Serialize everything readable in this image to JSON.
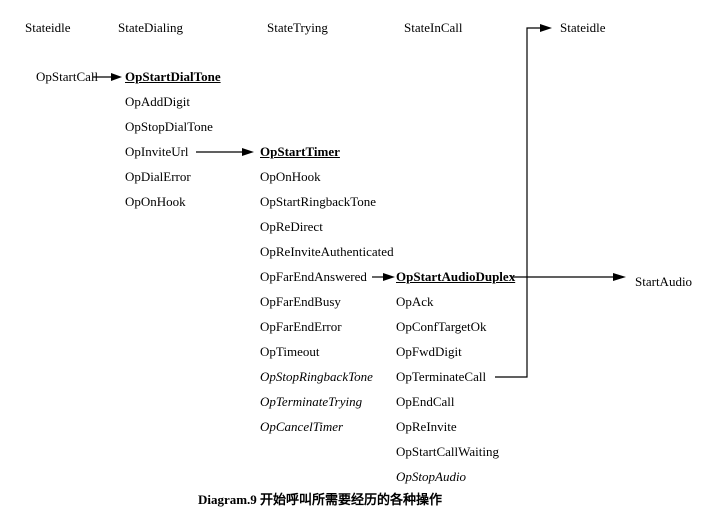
{
  "caption": "Diagram.9 开始呼叫所需要经历的各种操作",
  "columns": [
    {
      "name": "stateidle-left",
      "header": "Stateidle",
      "items": [
        {
          "label": "OpStartCall",
          "emphasis": "normal"
        }
      ]
    },
    {
      "name": "statedialing",
      "header": "StateDialing",
      "items": [
        {
          "label": "OpStartDialTone",
          "emphasis": "bold-underline"
        },
        {
          "label": "OpAddDigit",
          "emphasis": "normal"
        },
        {
          "label": "OpStopDialTone",
          "emphasis": "normal"
        },
        {
          "label": "OpInviteUrl",
          "emphasis": "normal"
        },
        {
          "label": "OpDialError",
          "emphasis": "normal"
        },
        {
          "label": "OpOnHook",
          "emphasis": "normal"
        }
      ]
    },
    {
      "name": "statetrying",
      "header": "StateTrying",
      "items": [
        {
          "label": "OpStartTimer",
          "emphasis": "bold-underline"
        },
        {
          "label": "OpOnHook",
          "emphasis": "normal"
        },
        {
          "label": "OpStartRingbackTone",
          "emphasis": "normal"
        },
        {
          "label": "OpReDirect",
          "emphasis": "normal"
        },
        {
          "label": "OpReInviteAuthenticated",
          "emphasis": "normal"
        },
        {
          "label": "OpFarEndAnswered",
          "emphasis": "normal"
        },
        {
          "label": "OpFarEndBusy",
          "emphasis": "normal"
        },
        {
          "label": "OpFarEndError",
          "emphasis": "normal"
        },
        {
          "label": "OpTimeout",
          "emphasis": "normal"
        },
        {
          "label": "OpStopRingbackTone",
          "emphasis": "italic"
        },
        {
          "label": "OpTerminateTrying",
          "emphasis": "italic"
        },
        {
          "label": "OpCancelTimer",
          "emphasis": "italic"
        }
      ]
    },
    {
      "name": "stateincall",
      "header": "StateInCall",
      "items": [
        {
          "label": "OpStartAudioDuplex",
          "emphasis": "bold-underline"
        },
        {
          "label": "OpAck",
          "emphasis": "normal"
        },
        {
          "label": "OpConfTargetOk",
          "emphasis": "normal"
        },
        {
          "label": "OpFwdDigit",
          "emphasis": "normal"
        },
        {
          "label": "OpTerminateCall",
          "emphasis": "normal"
        },
        {
          "label": "OpEndCall",
          "emphasis": "normal"
        },
        {
          "label": "OpReInvite",
          "emphasis": "normal"
        },
        {
          "label": "OpStartCallWaiting",
          "emphasis": "normal"
        },
        {
          "label": "OpStopAudio",
          "emphasis": "italic"
        }
      ]
    },
    {
      "name": "stateidle-right",
      "header": "Stateidle",
      "items": []
    }
  ],
  "annotations": {
    "start_audio": "StartAudio"
  },
  "transitions": [
    {
      "from": "OpStartCall",
      "to": "OpStartDialTone"
    },
    {
      "from": "OpInviteUrl",
      "to": "OpStartTimer"
    },
    {
      "from": "OpFarEndAnswered",
      "to": "OpStartAudioDuplex"
    },
    {
      "from": "OpStartAudioDuplex",
      "to": "StartAudio"
    },
    {
      "from": "OpTerminateCall",
      "to": "Stateidle"
    }
  ]
}
